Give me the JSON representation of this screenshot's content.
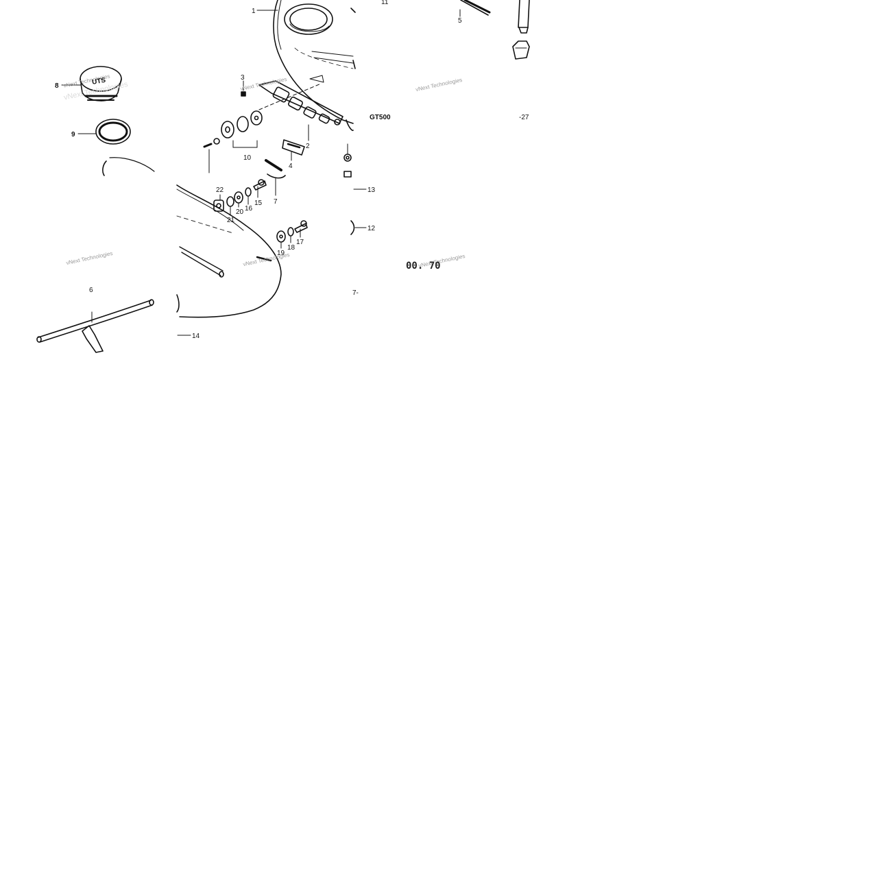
{
  "diagram": {
    "model": "GT500",
    "page_code": "00. 70",
    "watermark": "vNext Technologies",
    "part_numbers": [
      "1",
      "2",
      "3",
      "4",
      "5",
      "6",
      "7",
      "8",
      "9",
      "10",
      "11",
      "12",
      "13",
      "14",
      "15",
      "16",
      "17",
      "18",
      "19",
      "20",
      "21",
      "22"
    ],
    "edge_labels": {
      "top_right_fragment": "-27",
      "mid_right_fragment": "7-"
    },
    "cap_text": "UTS",
    "colors": {
      "ink": "#111111",
      "paper": "#ffffff",
      "watermark": "#9a9a9a"
    }
  }
}
